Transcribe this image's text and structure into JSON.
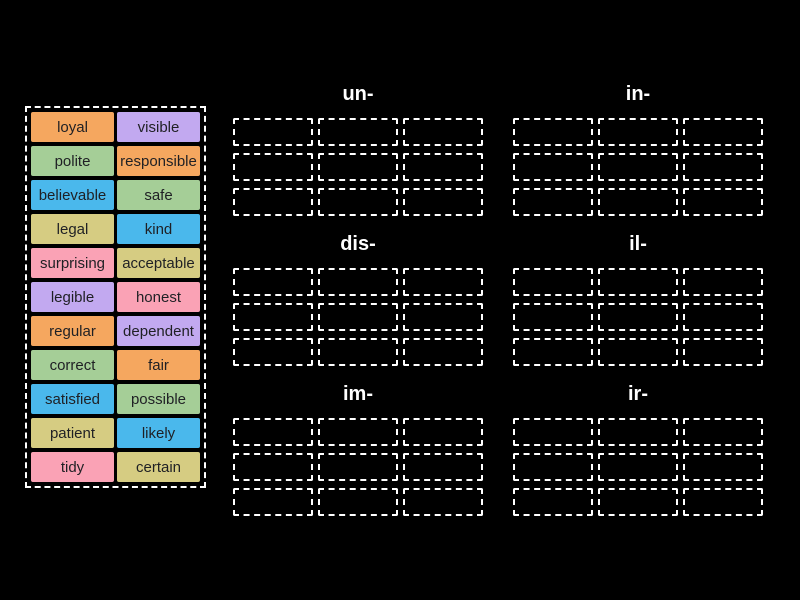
{
  "colors": {
    "background": "#000000",
    "tile_text": "#1f2024",
    "header_text": "#ffffff",
    "dashed_border": "#ffffff",
    "palette": {
      "orange": "#F5A75F",
      "green": "#A5CE97",
      "blue": "#4AB8EC",
      "khaki": "#D6CC82",
      "pink": "#FAA2B5",
      "purple": "#C2A9F0"
    }
  },
  "word_bank": {
    "tiles": [
      {
        "label": "loyal",
        "color": "orange"
      },
      {
        "label": "visible",
        "color": "purple"
      },
      {
        "label": "polite",
        "color": "green"
      },
      {
        "label": "responsible",
        "color": "orange"
      },
      {
        "label": "believable",
        "color": "blue"
      },
      {
        "label": "safe",
        "color": "green"
      },
      {
        "label": "legal",
        "color": "khaki"
      },
      {
        "label": "kind",
        "color": "blue"
      },
      {
        "label": "surprising",
        "color": "pink"
      },
      {
        "label": "acceptable",
        "color": "khaki"
      },
      {
        "label": "legible",
        "color": "purple"
      },
      {
        "label": "honest",
        "color": "pink"
      },
      {
        "label": "regular",
        "color": "orange"
      },
      {
        "label": "dependent",
        "color": "purple"
      },
      {
        "label": "correct",
        "color": "green"
      },
      {
        "label": "fair",
        "color": "orange"
      },
      {
        "label": "satisfied",
        "color": "blue"
      },
      {
        "label": "possible",
        "color": "green"
      },
      {
        "label": "patient",
        "color": "khaki"
      },
      {
        "label": "likely",
        "color": "blue"
      },
      {
        "label": "tidy",
        "color": "pink"
      },
      {
        "label": "certain",
        "color": "khaki"
      }
    ]
  },
  "groups": [
    {
      "label": "un-",
      "slot_count": 9
    },
    {
      "label": "in-",
      "slot_count": 9
    },
    {
      "label": "dis-",
      "slot_count": 9
    },
    {
      "label": "il-",
      "slot_count": 9
    },
    {
      "label": "im-",
      "slot_count": 9
    },
    {
      "label": "ir-",
      "slot_count": 9
    }
  ]
}
